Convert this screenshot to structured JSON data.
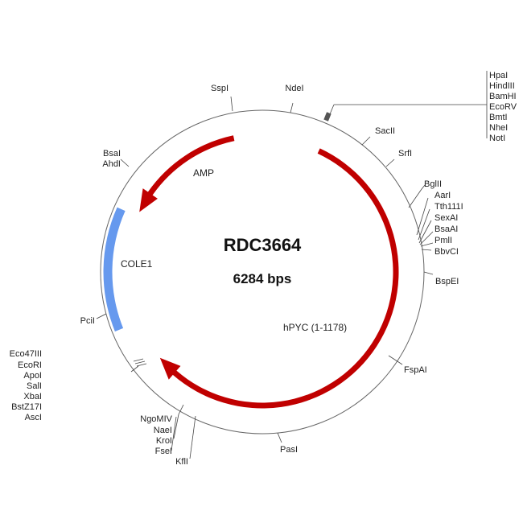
{
  "plasmid": {
    "name": "RDC3664",
    "size": "6284 bps"
  },
  "features": [
    {
      "label": "AMP",
      "color": "#c00000"
    },
    {
      "label": "hPYC (1-1178)",
      "color": "#c00000"
    },
    {
      "label": "COLE1",
      "color": "#6699ee"
    }
  ],
  "sites": {
    "top": [
      "SspI",
      "NdeI"
    ],
    "mcs_right": [
      "HpaI",
      "HindIII",
      "BamHI",
      "EcoRV",
      "BmtI",
      "NheI",
      "NotI"
    ],
    "right": [
      "SacII",
      "SrfI",
      "BglII",
      "AarI",
      "Tth111I",
      "SexAI",
      "BsaAI",
      "PmlI",
      "BbvCI",
      "BspEI",
      "FspAI"
    ],
    "bottom": [
      "PasI",
      "NgoMIV",
      "NaeI",
      "KroI",
      "FseI",
      "KflI"
    ],
    "left": [
      "BsaI",
      "AhdI",
      "PciI"
    ],
    "mcs_left": [
      "Eco47III",
      "EcoRI",
      "ApoI",
      "SalI",
      "XbaI",
      "BstZ17I",
      "AscI"
    ]
  }
}
